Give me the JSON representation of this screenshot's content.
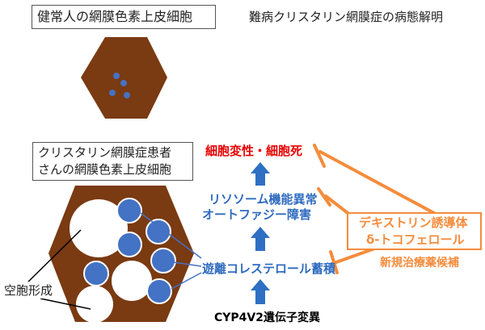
{
  "top_box_label": "健常人の網膜色素上皮細胞",
  "diagram_title": "難病クリスタリン網膜症の病態解明",
  "patient_box_label": [
    "クリスタリン網膜症患者",
    "さんの網膜色素上皮細胞"
  ],
  "vacuole_label": "空胞形成",
  "pathway": {
    "outcome": "細胞変性・細胞死",
    "dysfunction": [
      "リソソーム機能異常",
      "オートファジー障害"
    ],
    "accumulation": "遊離コレステロール蓄積",
    "cause": "CYP4V2遺伝子変異"
  },
  "therapy": {
    "compounds": [
      "デキストリン誘導体",
      "δ-トコフェロール"
    ],
    "label": "新規治療薬候補"
  },
  "colors": {
    "cell_fill": "#7a3a12",
    "organelle_blue": "#4472c4",
    "arrow_blue": "#2e6fc4",
    "text_blue": "#2f6bbf",
    "text_red": "#e60000",
    "orange": "#f58c3c"
  }
}
